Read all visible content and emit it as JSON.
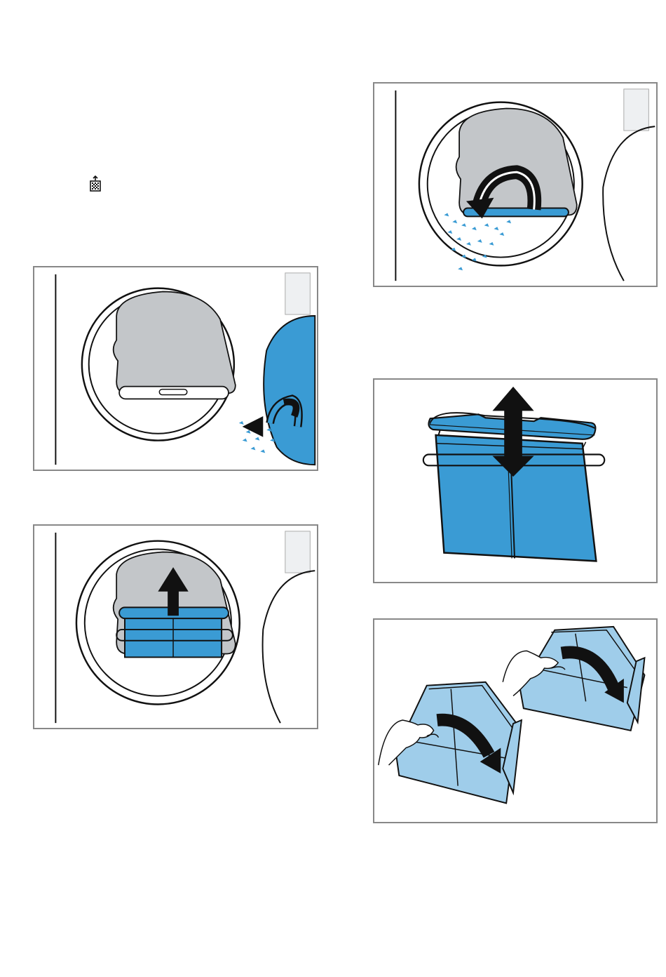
{
  "page": {
    "filter_symbol": "fluff-filter-icon",
    "colors": {
      "accent_blue": "#3a9bd4",
      "light_blue": "#9fcdea",
      "drum_gray": "#c3c6c9",
      "frame_gray": "#888888",
      "outline": "#111111"
    },
    "figures": [
      {
        "id": "fig1",
        "icon": "door-open-lint-icon"
      },
      {
        "id": "fig2",
        "icon": "filter-pull-up-icon"
      },
      {
        "id": "fig3",
        "icon": "lint-brush-icon"
      },
      {
        "id": "fig4",
        "icon": "filter-separate-icon"
      },
      {
        "id": "fig5",
        "icon": "filter-open-hands-icon"
      }
    ]
  }
}
